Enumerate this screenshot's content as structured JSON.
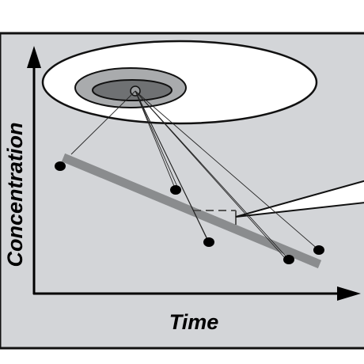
{
  "diagram": {
    "x_axis_label": "Time",
    "y_axis_label": "Concentration",
    "colors": {
      "panel_background": "#d3d5d8",
      "panel_border": "#111111",
      "ellipse_outer_fill": "#ffffff",
      "ellipse_middle_fill": "#a9abad",
      "ellipse_inner_fill": "#6f7173",
      "trend_line": "#8a8c8e",
      "points": "#000000",
      "leader_lines": "#222222"
    },
    "elements": {
      "outer_contour": "contour-outer",
      "middle_contour": "contour-middle",
      "inner_contour": "contour-inner",
      "source_point": "source-point",
      "trend_line": "decline-trend-line",
      "sampling_probe": "sampling-probe"
    }
  }
}
